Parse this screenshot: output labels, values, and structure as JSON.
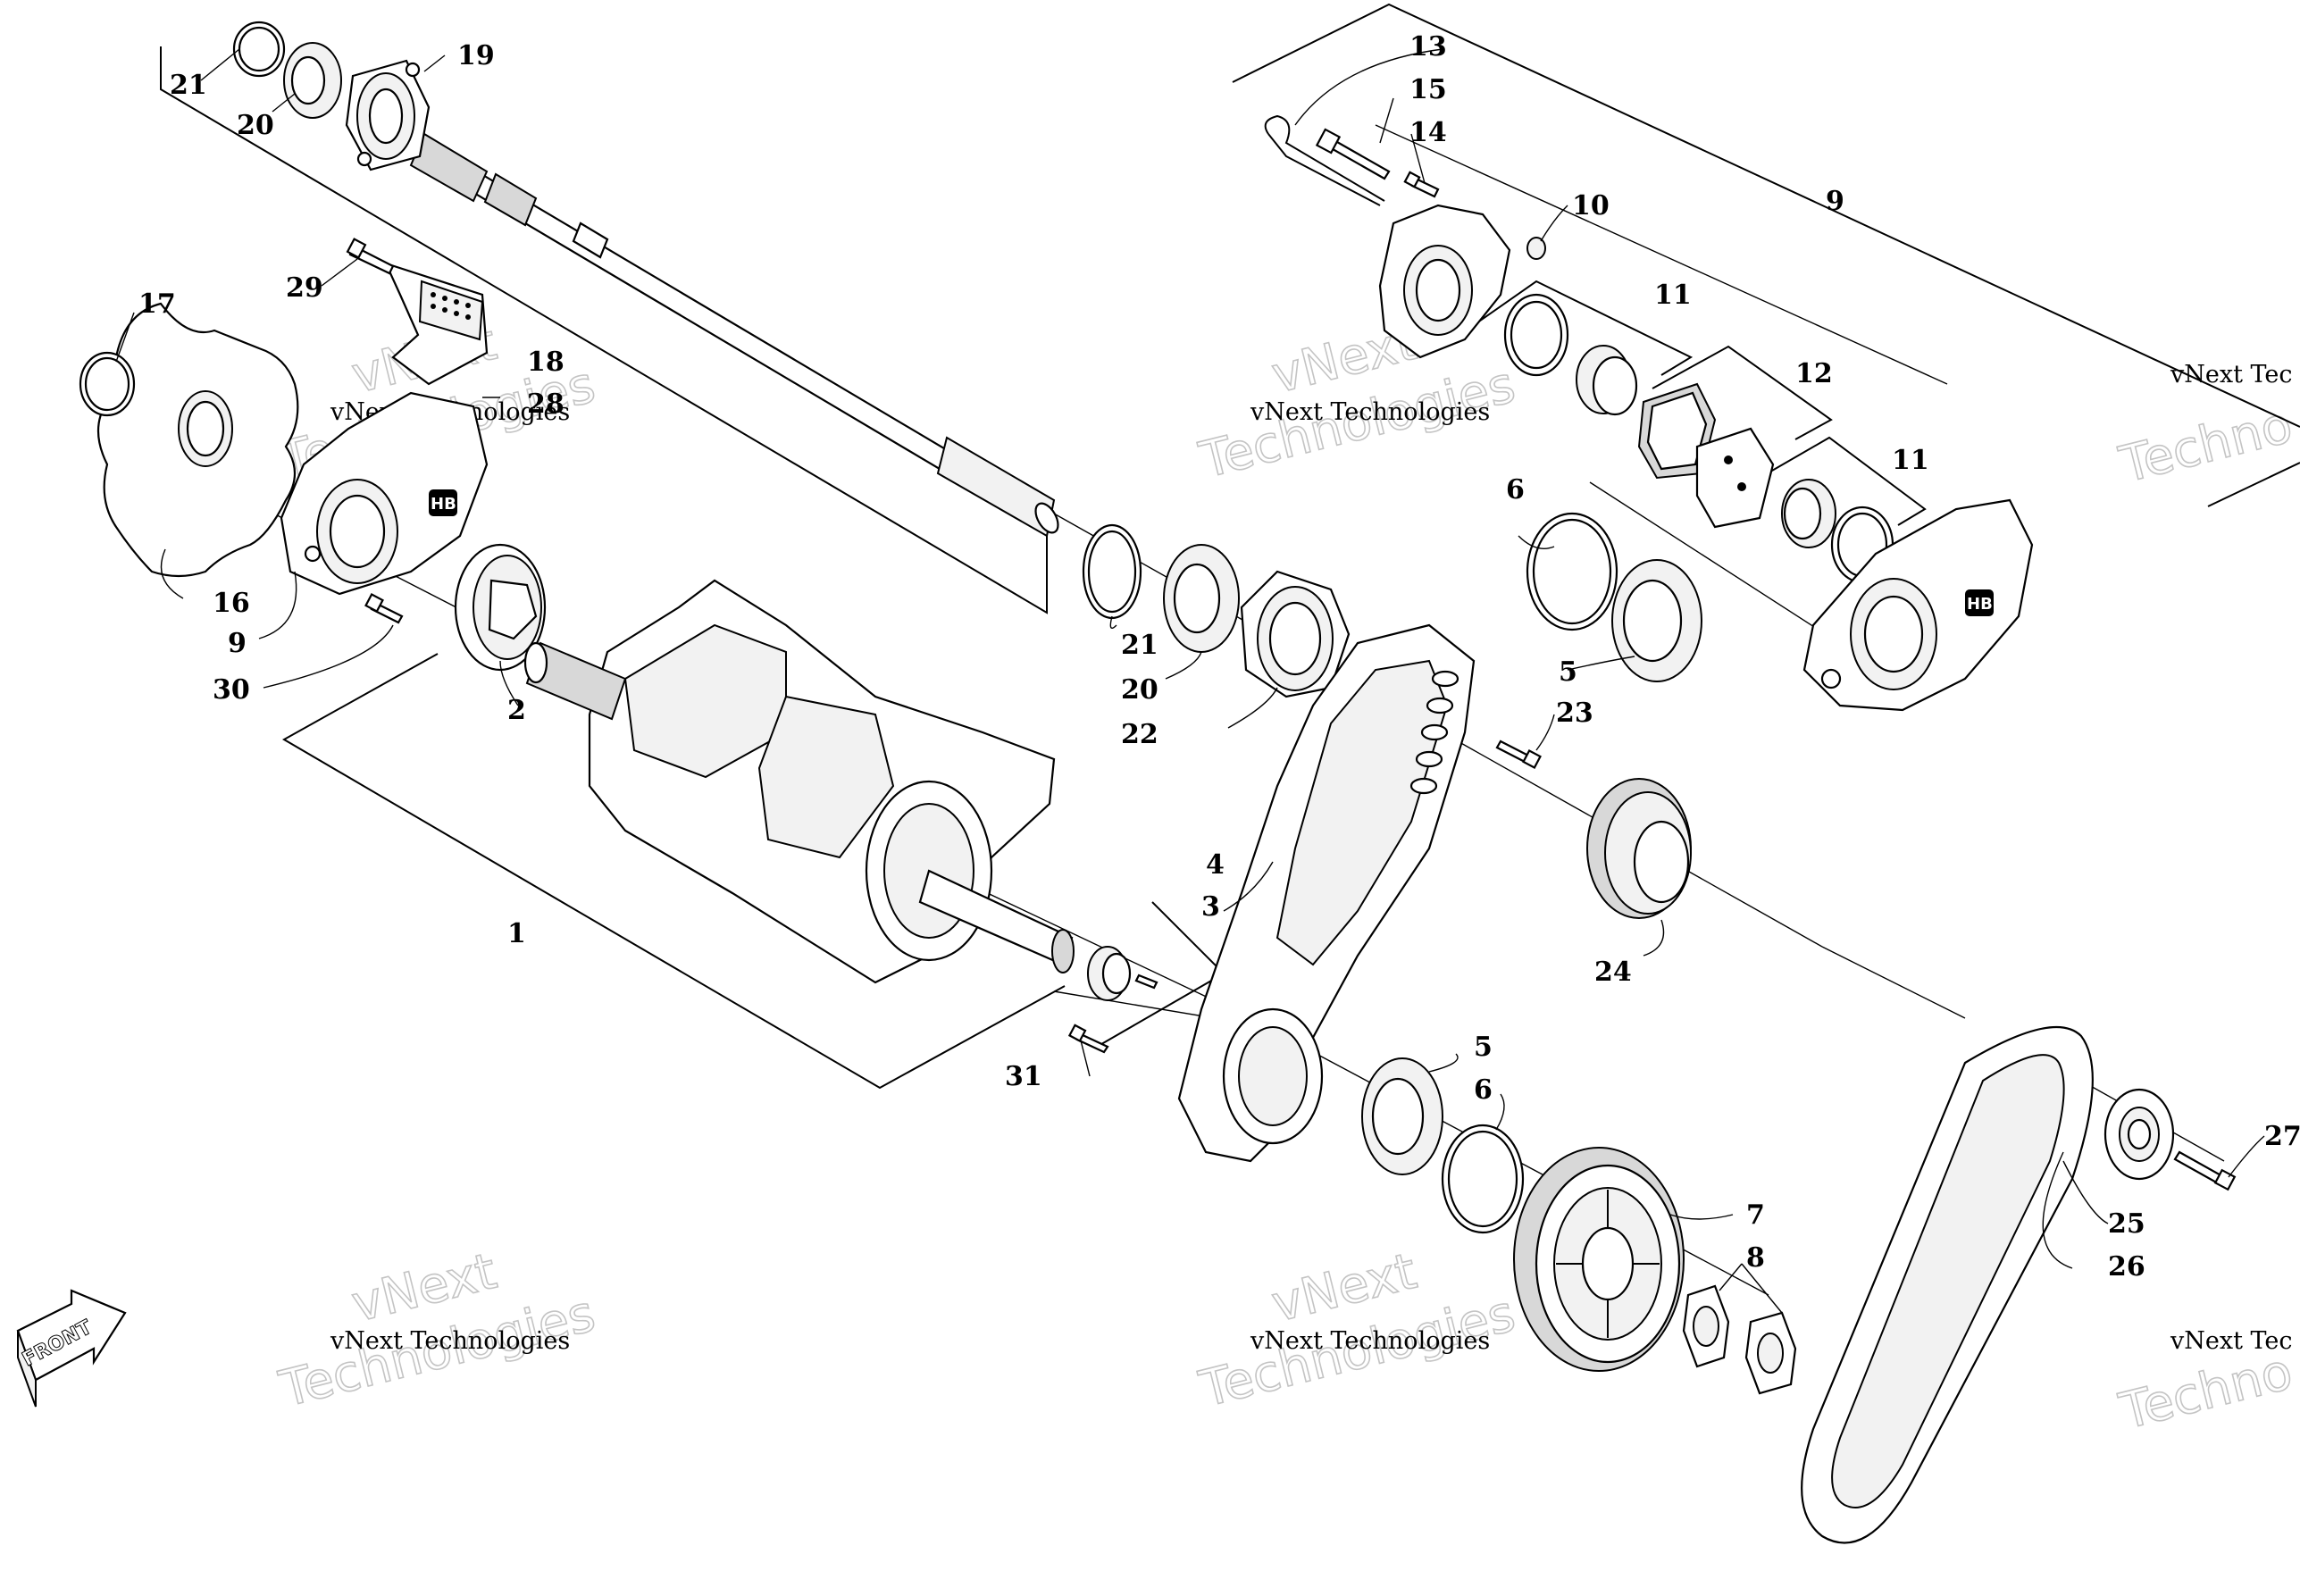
{
  "diagram": {
    "callouts": [
      {
        "n": "1"
      },
      {
        "n": "2"
      },
      {
        "n": "3"
      },
      {
        "n": "4"
      },
      {
        "n": "5"
      },
      {
        "n": "5"
      },
      {
        "n": "6"
      },
      {
        "n": "6"
      },
      {
        "n": "7"
      },
      {
        "n": "8"
      },
      {
        "n": "9"
      },
      {
        "n": "9"
      },
      {
        "n": "10"
      },
      {
        "n": "11"
      },
      {
        "n": "11"
      },
      {
        "n": "12"
      },
      {
        "n": "13"
      },
      {
        "n": "14"
      },
      {
        "n": "15"
      },
      {
        "n": "16"
      },
      {
        "n": "17"
      },
      {
        "n": "18"
      },
      {
        "n": "19"
      },
      {
        "n": "20"
      },
      {
        "n": "20"
      },
      {
        "n": "21"
      },
      {
        "n": "21"
      },
      {
        "n": "22"
      },
      {
        "n": "23"
      },
      {
        "n": "24"
      },
      {
        "n": "25"
      },
      {
        "n": "26"
      },
      {
        "n": "27"
      },
      {
        "n": "28"
      },
      {
        "n": "29"
      },
      {
        "n": "30"
      },
      {
        "n": "31"
      }
    ],
    "front_label": "FRONT",
    "brand_badge": "HB",
    "watermark": {
      "small": "vNext Technologies",
      "big_top": "vNext",
      "big_bottom": "Technologies",
      "small_cut": "vNext Tec",
      "big_cut": "Techno"
    }
  }
}
